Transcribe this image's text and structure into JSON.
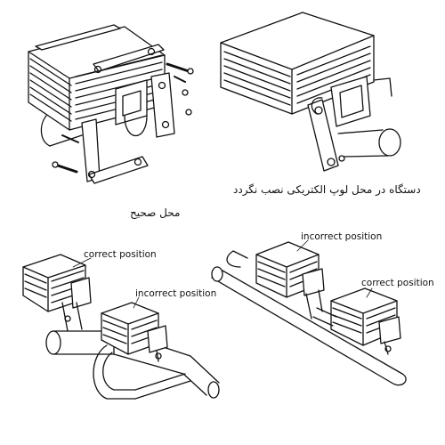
{
  "labels": {
    "correct_placement_fa": "محل صحیح",
    "not_on_heater_loop_fa": "دستگاه در محل لوپ الکتریکی نصب نگردد",
    "correct_position_left": "correct position",
    "incorrect_position_left": "incorrect position",
    "incorrect_position_right": "incorrect position",
    "correct_position_right": "correct position"
  }
}
